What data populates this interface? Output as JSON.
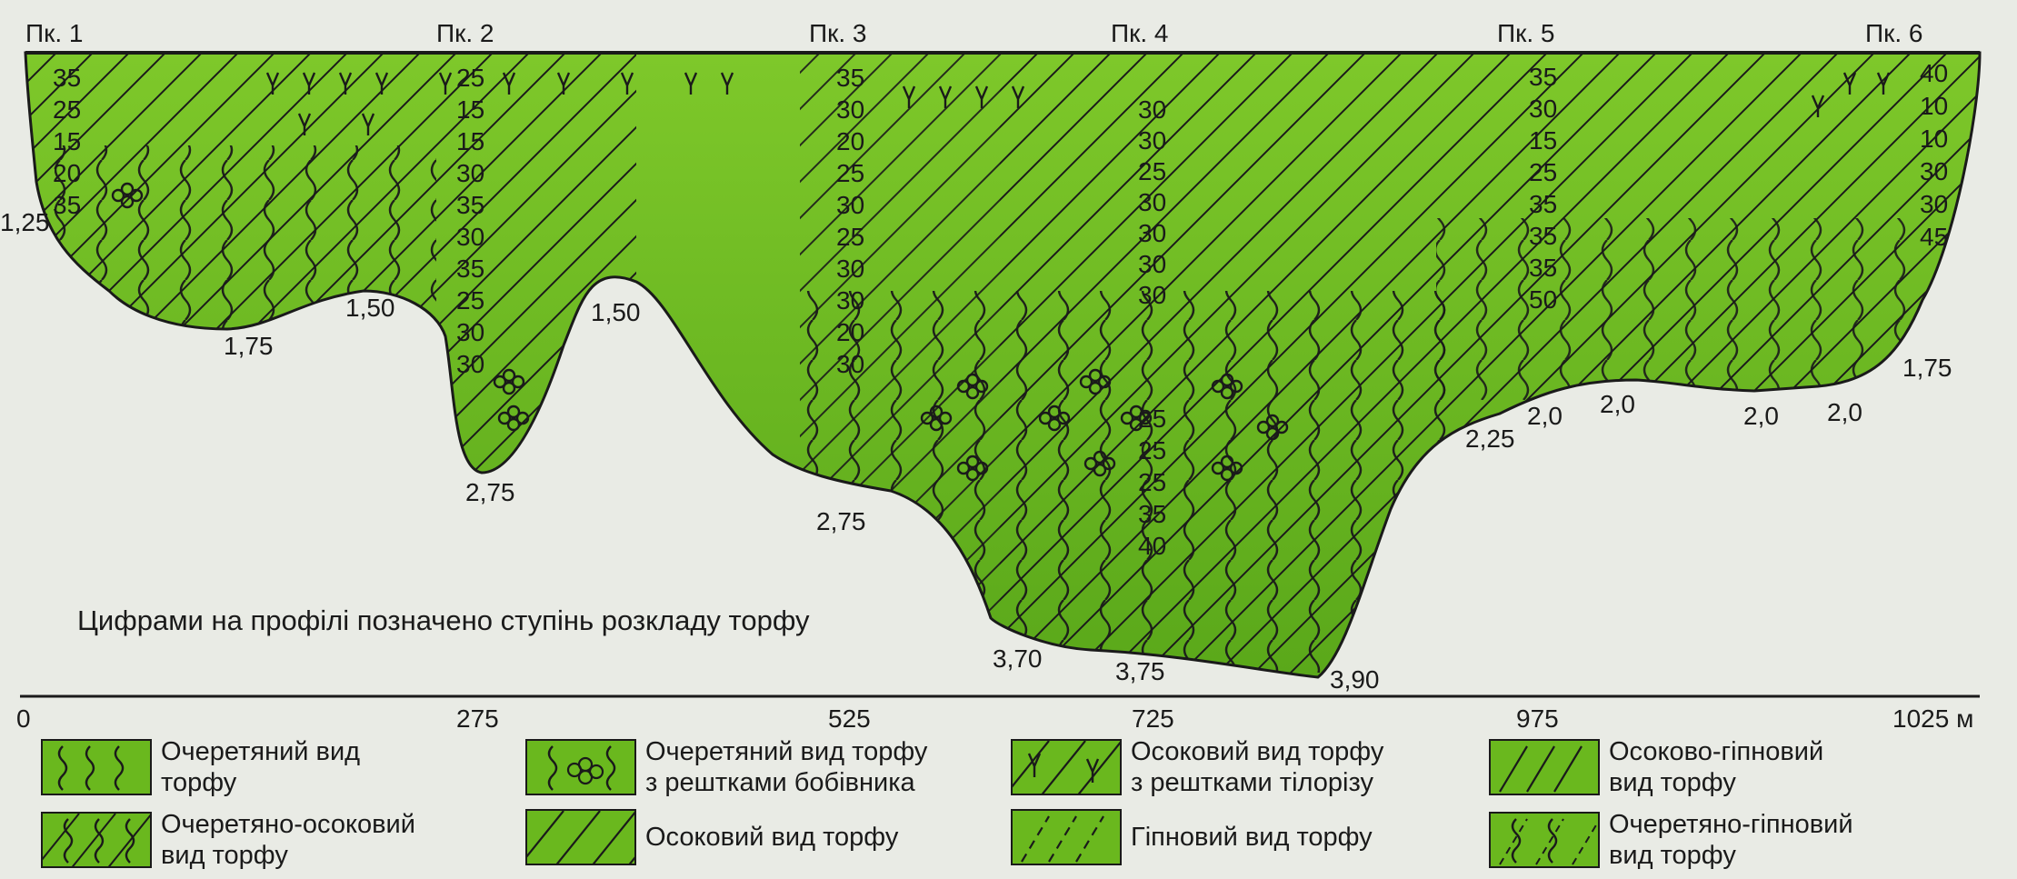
{
  "pickets": [
    "Пк. 1",
    "Пк. 2",
    "Пк. 3",
    "Пк. 4",
    "Пк. 5",
    "Пк. 6"
  ],
  "depths": [
    "1,25",
    "1,50",
    "1,75",
    "2,75",
    "1,50",
    "2,75",
    "3,70",
    "3,75",
    "3,90",
    "2,25",
    "2,0",
    "2,0",
    "2,0",
    "2,0",
    "1,75"
  ],
  "decomposition": {
    "col1": [
      "35",
      "25",
      "15",
      "20",
      "35"
    ],
    "col2": [
      "25",
      "15",
      "15",
      "30",
      "35",
      "30",
      "35",
      "25",
      "30",
      "30"
    ],
    "col3": [
      "35",
      "30",
      "20",
      "25",
      "30",
      "25",
      "30",
      "30",
      "20",
      "30"
    ],
    "col4": [
      "30",
      "30",
      "25",
      "30",
      "30",
      "30",
      "30"
    ],
    "col4b": [
      "25",
      "25",
      "25",
      "35",
      "40"
    ],
    "col5": [
      "35",
      "30",
      "15",
      "25",
      "35",
      "35",
      "35",
      "50"
    ],
    "col6": [
      "40",
      "10",
      "10",
      "30",
      "30",
      "45"
    ]
  },
  "caption": "Цифрами на профілі позначено ступінь розкладу торфу",
  "scale": {
    "ticks": [
      "0",
      "275",
      "525",
      "725",
      "975",
      "1025 м"
    ]
  },
  "legend": [
    {
      "label": "Очеретяний вид\nторфу",
      "pattern": "reed"
    },
    {
      "label": "Очеретяний вид торфу\nз рештками бобівника",
      "pattern": "reed-bogbean"
    },
    {
      "label": "Осоковий вид торфу\nз рештками тілорізу",
      "pattern": "sedge-stratiotes"
    },
    {
      "label": "Осоково-гіпновий\nвид торфу",
      "pattern": "sedge-hypnum"
    },
    {
      "label": "Очеретяно-осоковий\nвид торфу",
      "pattern": "reed-sedge"
    },
    {
      "label": "Осоковий вид торфу",
      "pattern": "sedge"
    },
    {
      "label": "Гіпновий вид торфу",
      "pattern": "hypnum"
    },
    {
      "label": "Очеретяно-гіпновий\nвид торфу",
      "pattern": "reed-hypnum"
    }
  ],
  "colors": {
    "peat_fill": "#6ab81e",
    "peat_light": "#8fd03a",
    "ink": "#1a1a1a",
    "background": "#e9ebe5"
  }
}
